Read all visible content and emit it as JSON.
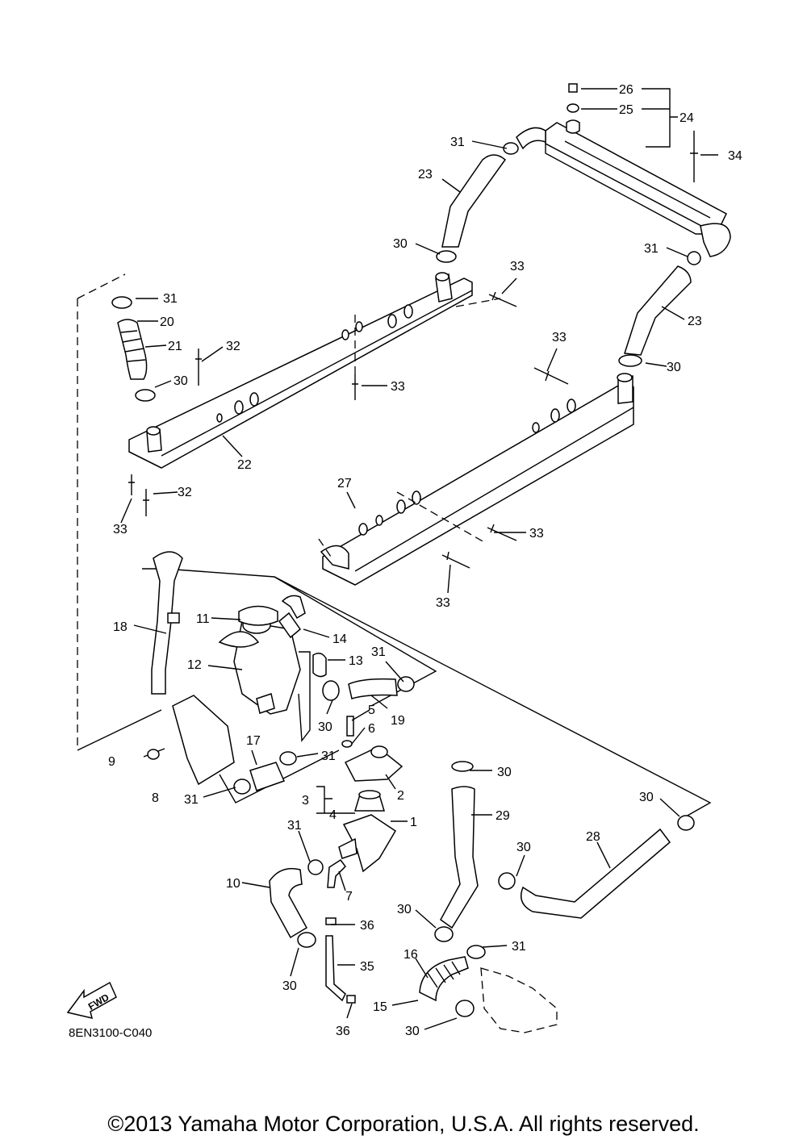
{
  "diagram": {
    "code": "8EN3100-C040",
    "copyright": "©2013 Yamaha Motor Corporation, U.S.A. All rights reserved.",
    "fwd_label": "FWD",
    "callouts": [
      "1",
      "2",
      "3",
      "4",
      "5",
      "6",
      "7",
      "8",
      "9",
      "10",
      "11",
      "12",
      "13",
      "14",
      "15",
      "16",
      "17",
      "18",
      "19",
      "20",
      "21",
      "22",
      "23",
      "24",
      "25",
      "26",
      "27",
      "28",
      "29",
      "30",
      "31",
      "32",
      "33",
      "34",
      "35",
      "36"
    ]
  }
}
